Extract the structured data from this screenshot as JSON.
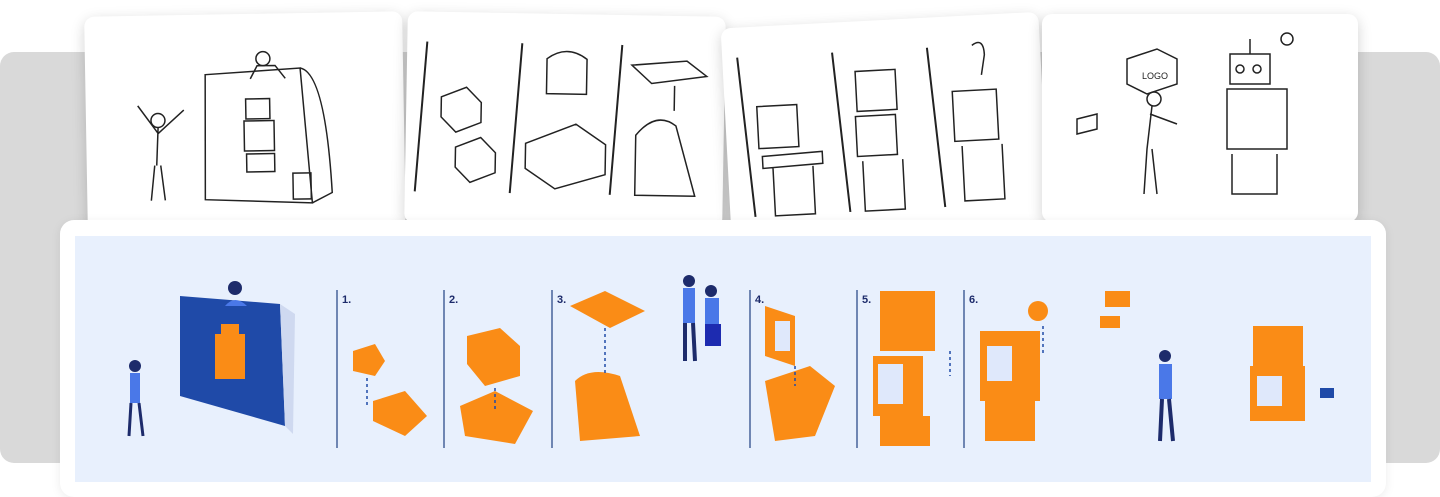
{
  "sketches": [
    {
      "name": "reading-manual-sketch"
    },
    {
      "name": "base-assembly-sketch"
    },
    {
      "name": "body-assembly-sketch"
    },
    {
      "name": "finished-robot-sketch"
    }
  ],
  "steps": [
    {
      "label": "1."
    },
    {
      "label": "2."
    },
    {
      "label": "3."
    },
    {
      "label": "4."
    },
    {
      "label": "5."
    },
    {
      "label": "6."
    }
  ],
  "logo_text": "LOGO",
  "colors": {
    "orange": "#fa8c16",
    "orange_dark": "#e06e00",
    "blue_panel": "#e8f0fd",
    "navy": "#1d2b6b",
    "band": "#d9d9d9"
  }
}
